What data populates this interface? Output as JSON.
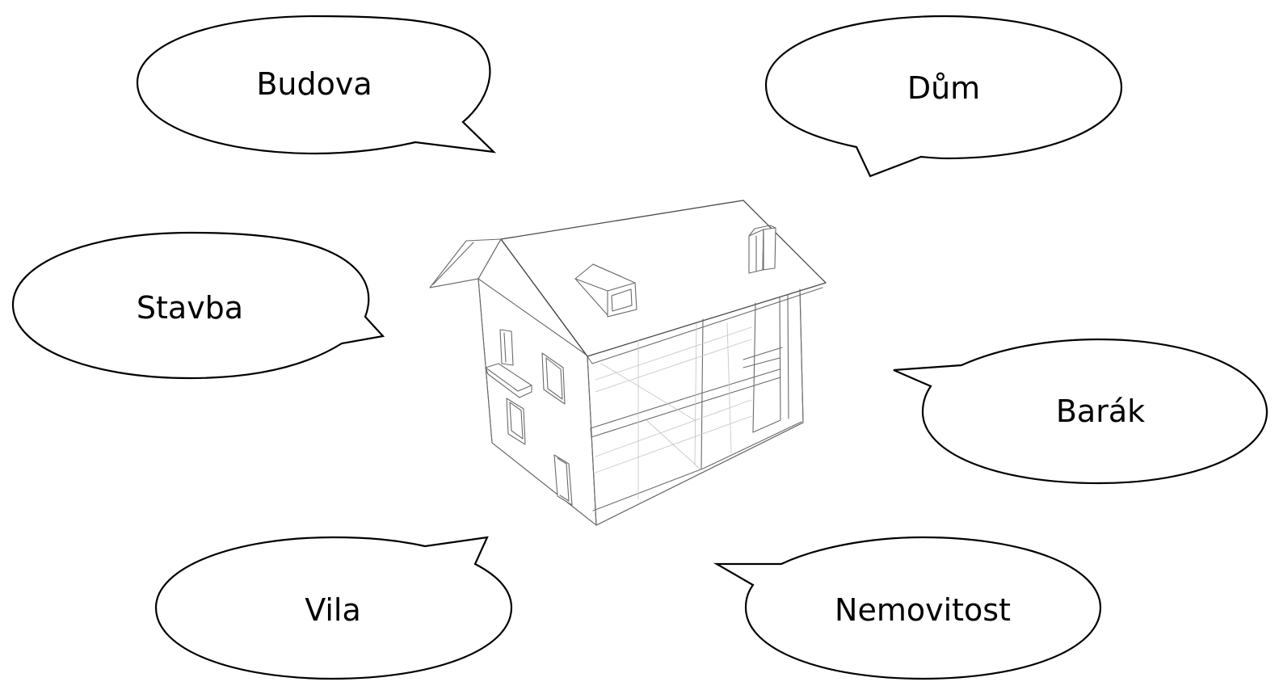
{
  "bubbles": [
    {
      "id": "budova",
      "label": "Budova"
    },
    {
      "id": "dum",
      "label": "Dům"
    },
    {
      "id": "stavba",
      "label": "Stavba"
    },
    {
      "id": "barak",
      "label": "Barák"
    },
    {
      "id": "vila",
      "label": "Vila"
    },
    {
      "id": "nemovitost",
      "label": "Nemovitost"
    }
  ],
  "illustration": {
    "icon": "house-icon"
  },
  "colors": {
    "bubble_stroke": "#000000",
    "bubble_fill": "#ffffff",
    "house_stroke": "#6a6a6a",
    "background": "#ffffff"
  }
}
